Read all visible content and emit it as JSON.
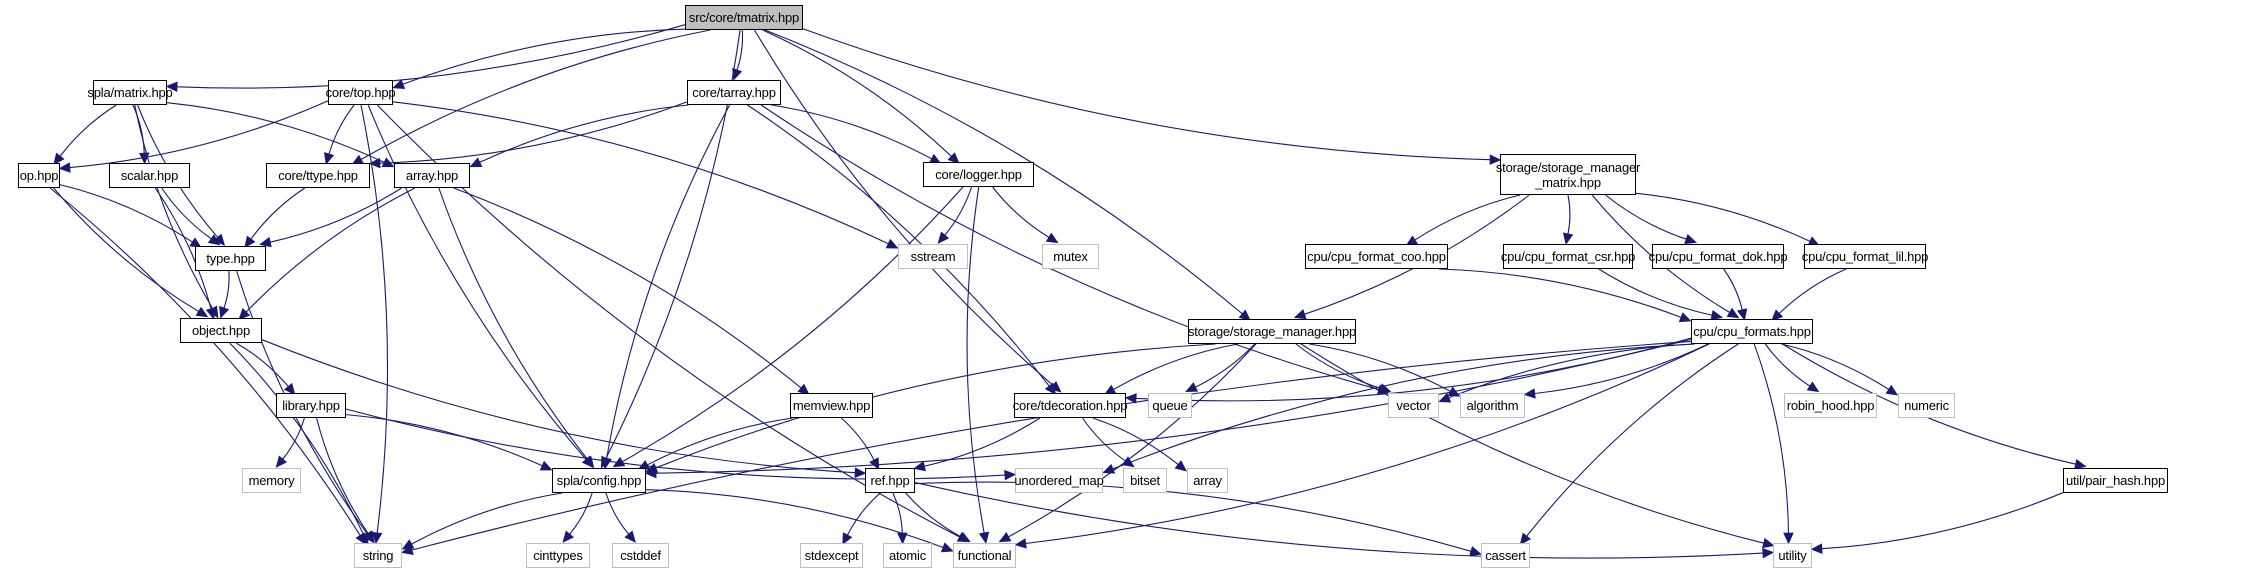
{
  "title": "src/core/tmatrix.hpp include dependency graph",
  "colors": {
    "edge": "#191970",
    "root_fill": "#bfbfbf",
    "project_border": "#000000",
    "system_border": "#bfbfbf"
  },
  "nodes": [
    {
      "id": "tmatrix",
      "label": "src/core/tmatrix.hpp",
      "kind": "root"
    },
    {
      "id": "spla_matrix",
      "label": "spla/matrix.hpp",
      "kind": "project"
    },
    {
      "id": "top",
      "label": "core/top.hpp",
      "kind": "project"
    },
    {
      "id": "tarray",
      "label": "core/tarray.hpp",
      "kind": "project"
    },
    {
      "id": "op",
      "label": "op.hpp",
      "kind": "project"
    },
    {
      "id": "scalar",
      "label": "scalar.hpp",
      "kind": "project"
    },
    {
      "id": "ttype",
      "label": "core/ttype.hpp",
      "kind": "project"
    },
    {
      "id": "array_hpp",
      "label": "array.hpp",
      "kind": "project"
    },
    {
      "id": "logger",
      "label": "core/logger.hpp",
      "kind": "project"
    },
    {
      "id": "sm_matrix",
      "label": "storage/storage_manager\n_matrix.hpp",
      "kind": "project"
    },
    {
      "id": "sstream",
      "label": "sstream",
      "kind": "system"
    },
    {
      "id": "mutex",
      "label": "mutex",
      "kind": "system"
    },
    {
      "id": "type",
      "label": "type.hpp",
      "kind": "project"
    },
    {
      "id": "coo",
      "label": "cpu/cpu_format_coo.hpp",
      "kind": "project"
    },
    {
      "id": "csr",
      "label": "cpu/cpu_format_csr.hpp",
      "kind": "project"
    },
    {
      "id": "dok",
      "label": "cpu/cpu_format_dok.hpp",
      "kind": "project"
    },
    {
      "id": "lil",
      "label": "cpu/cpu_format_lil.hpp",
      "kind": "project"
    },
    {
      "id": "object",
      "label": "object.hpp",
      "kind": "project"
    },
    {
      "id": "sm",
      "label": "storage/storage_manager.hpp",
      "kind": "project"
    },
    {
      "id": "formats",
      "label": "cpu/cpu_formats.hpp",
      "kind": "project"
    },
    {
      "id": "library",
      "label": "library.hpp",
      "kind": "project"
    },
    {
      "id": "memview",
      "label": "memview.hpp",
      "kind": "project"
    },
    {
      "id": "tdecoration",
      "label": "core/tdecoration.hpp",
      "kind": "project"
    },
    {
      "id": "queue",
      "label": "queue",
      "kind": "system"
    },
    {
      "id": "vector",
      "label": "vector",
      "kind": "system"
    },
    {
      "id": "algorithm",
      "label": "algorithm",
      "kind": "system"
    },
    {
      "id": "robin_hood",
      "label": "robin_hood.hpp",
      "kind": "system"
    },
    {
      "id": "numeric",
      "label": "numeric",
      "kind": "system"
    },
    {
      "id": "memory",
      "label": "memory",
      "kind": "system"
    },
    {
      "id": "config",
      "label": "spla/config.hpp",
      "kind": "project"
    },
    {
      "id": "ref",
      "label": "ref.hpp",
      "kind": "project"
    },
    {
      "id": "unordered_map",
      "label": "unordered_map",
      "kind": "system"
    },
    {
      "id": "bitset",
      "label": "bitset",
      "kind": "system"
    },
    {
      "id": "array_std",
      "label": "array",
      "kind": "system"
    },
    {
      "id": "pair_hash",
      "label": "util/pair_hash.hpp",
      "kind": "project"
    },
    {
      "id": "string",
      "label": "string",
      "kind": "system"
    },
    {
      "id": "cinttypes",
      "label": "cinttypes",
      "kind": "system"
    },
    {
      "id": "cstddef",
      "label": "cstddef",
      "kind": "system"
    },
    {
      "id": "stdexcept",
      "label": "stdexcept",
      "kind": "system"
    },
    {
      "id": "atomic",
      "label": "atomic",
      "kind": "system"
    },
    {
      "id": "functional",
      "label": "functional",
      "kind": "system"
    },
    {
      "id": "cassert",
      "label": "cassert",
      "kind": "system"
    },
    {
      "id": "utility",
      "label": "utility",
      "kind": "system"
    }
  ],
  "edges": [
    [
      "tmatrix",
      "spla_matrix"
    ],
    [
      "tmatrix",
      "top"
    ],
    [
      "tmatrix",
      "tarray"
    ],
    [
      "tmatrix",
      "ttype"
    ],
    [
      "tmatrix",
      "logger"
    ],
    [
      "tmatrix",
      "sm_matrix"
    ],
    [
      "tmatrix",
      "sm"
    ],
    [
      "tmatrix",
      "tdecoration"
    ],
    [
      "tmatrix",
      "config"
    ],
    [
      "spla_matrix",
      "op"
    ],
    [
      "spla_matrix",
      "scalar"
    ],
    [
      "spla_matrix",
      "type"
    ],
    [
      "spla_matrix",
      "array_hpp"
    ],
    [
      "spla_matrix",
      "object"
    ],
    [
      "top",
      "op"
    ],
    [
      "top",
      "ttype"
    ],
    [
      "top",
      "string"
    ],
    [
      "top",
      "config"
    ],
    [
      "top",
      "sstream"
    ],
    [
      "top",
      "functional"
    ],
    [
      "tarray",
      "ttype"
    ],
    [
      "tarray",
      "array_hpp"
    ],
    [
      "tarray",
      "logger"
    ],
    [
      "tarray",
      "config"
    ],
    [
      "tarray",
      "tdecoration"
    ],
    [
      "tarray",
      "vector"
    ],
    [
      "op",
      "type"
    ],
    [
      "op",
      "object"
    ],
    [
      "op",
      "string"
    ],
    [
      "scalar",
      "type"
    ],
    [
      "scalar",
      "object"
    ],
    [
      "ttype",
      "type"
    ],
    [
      "array_hpp",
      "type"
    ],
    [
      "array_hpp",
      "object"
    ],
    [
      "array_hpp",
      "memview"
    ],
    [
      "array_hpp",
      "config"
    ],
    [
      "logger",
      "sstream"
    ],
    [
      "logger",
      "mutex"
    ],
    [
      "logger",
      "config"
    ],
    [
      "logger",
      "functional"
    ],
    [
      "sm_matrix",
      "sm"
    ],
    [
      "sm_matrix",
      "coo"
    ],
    [
      "sm_matrix",
      "csr"
    ],
    [
      "sm_matrix",
      "dok"
    ],
    [
      "sm_matrix",
      "lil"
    ],
    [
      "sm_matrix",
      "formats"
    ],
    [
      "type",
      "object"
    ],
    [
      "type",
      "string"
    ],
    [
      "coo",
      "formats"
    ],
    [
      "csr",
      "formats"
    ],
    [
      "dok",
      "formats"
    ],
    [
      "lil",
      "formats"
    ],
    [
      "object",
      "library"
    ],
    [
      "object",
      "ref"
    ],
    [
      "object",
      "string"
    ],
    [
      "sm",
      "tdecoration"
    ],
    [
      "sm",
      "queue"
    ],
    [
      "sm",
      "vector"
    ],
    [
      "sm",
      "algorithm"
    ],
    [
      "sm",
      "config"
    ],
    [
      "sm",
      "functional"
    ],
    [
      "sm",
      "utility"
    ],
    [
      "formats",
      "tdecoration"
    ],
    [
      "formats",
      "vector"
    ],
    [
      "formats",
      "algorithm"
    ],
    [
      "formats",
      "robin_hood"
    ],
    [
      "formats",
      "numeric"
    ],
    [
      "formats",
      "unordered_map"
    ],
    [
      "formats",
      "config"
    ],
    [
      "formats",
      "string"
    ],
    [
      "formats",
      "functional"
    ],
    [
      "formats",
      "cassert"
    ],
    [
      "formats",
      "utility"
    ],
    [
      "formats",
      "pair_hash"
    ],
    [
      "library",
      "memory"
    ],
    [
      "library",
      "string"
    ],
    [
      "library",
      "config"
    ],
    [
      "library",
      "unordered_map"
    ],
    [
      "memview",
      "ref"
    ],
    [
      "memview",
      "config"
    ],
    [
      "tdecoration",
      "ref"
    ],
    [
      "tdecoration",
      "bitset"
    ],
    [
      "tdecoration",
      "array_std"
    ],
    [
      "config",
      "string"
    ],
    [
      "config",
      "cinttypes"
    ],
    [
      "config",
      "cstddef"
    ],
    [
      "config",
      "functional"
    ],
    [
      "ref",
      "stdexcept"
    ],
    [
      "ref",
      "atomic"
    ],
    [
      "ref",
      "functional"
    ],
    [
      "ref",
      "cassert"
    ],
    [
      "ref",
      "utility"
    ],
    [
      "pair_hash",
      "utility"
    ]
  ]
}
